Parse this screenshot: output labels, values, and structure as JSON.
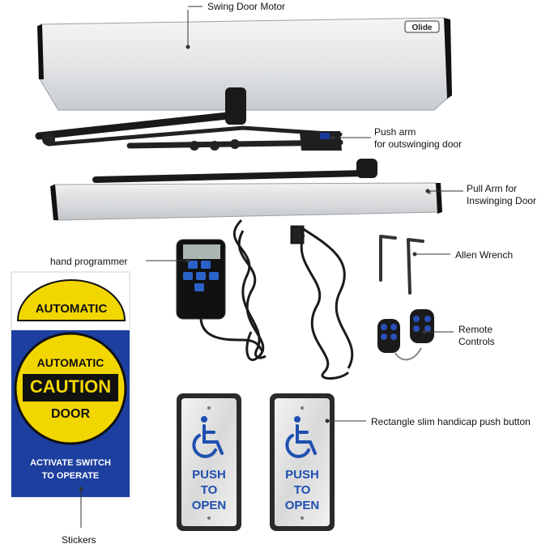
{
  "labels": {
    "motor": "Swing  Door  Motor",
    "push_arm_1": "Push arm",
    "push_arm_2": "for outswinging door",
    "pull_arm_1": "Pull Arm for",
    "pull_arm_2": "Inswinging Door",
    "programmer": "hand programmer",
    "allen": "Allen  Wrench",
    "remote_1": "Remote",
    "remote_2": "Controls",
    "button": "Rectangle slim handicap push button",
    "stickers": "Stickers"
  },
  "motor_logo": "Olide",
  "sticker": {
    "top_text": "AUTOMATIC",
    "main_top": "AUTOMATIC",
    "caution": "CAUTION",
    "door": "DOOR",
    "line1": "ACTIVATE SWITCH",
    "line2": "TO OPERATE"
  },
  "push_button": {
    "line1": "PUSH",
    "line2": "TO",
    "line3": "OPEN"
  },
  "colors": {
    "yellow": "#f2d600",
    "blue": "#1c3fa0",
    "button_text": "#1f4fb0",
    "aluminum": "#e2e4e6"
  },
  "icons": [
    "wheelchair-icon",
    "wheelchair-icon"
  ]
}
